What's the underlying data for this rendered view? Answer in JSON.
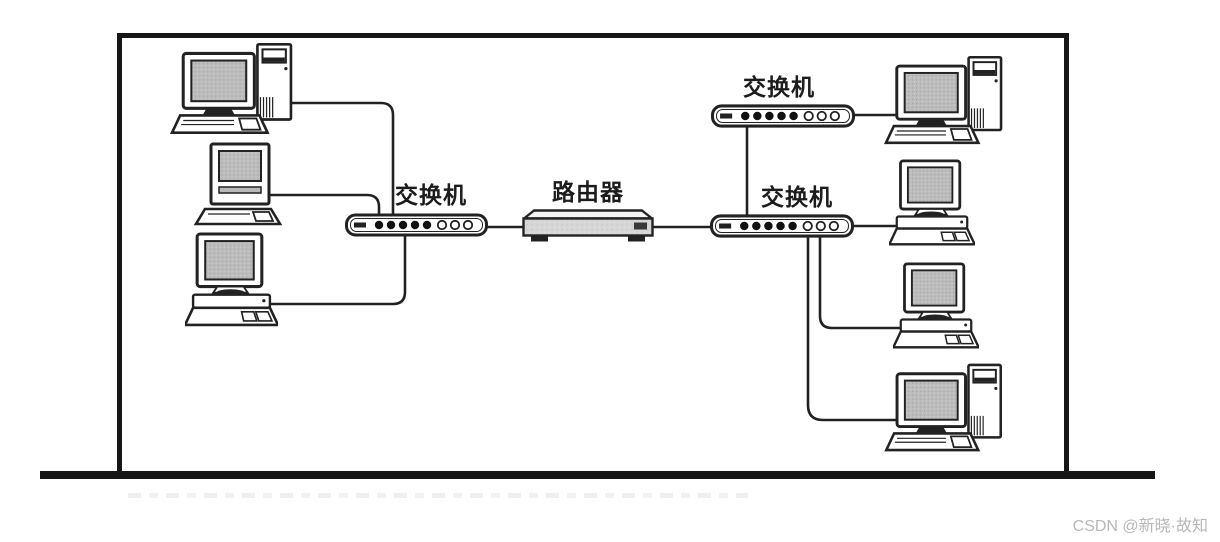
{
  "diagram": {
    "kind": "network-topology",
    "labels": {
      "switch_left": "交换机",
      "router": "路由器",
      "switch_top_right": "交换机",
      "switch_bottom_right": "交换机"
    },
    "nodes": [
      {
        "id": "pc-left-1",
        "kind": "workstation-tower"
      },
      {
        "id": "pc-left-2",
        "kind": "workstation-compact"
      },
      {
        "id": "pc-left-3",
        "kind": "workstation-desktop"
      },
      {
        "id": "switch-left",
        "kind": "switch",
        "label": "交换机"
      },
      {
        "id": "router",
        "kind": "router",
        "label": "路由器"
      },
      {
        "id": "switch-top-right",
        "kind": "switch",
        "label": "交换机"
      },
      {
        "id": "switch-bottom-right",
        "kind": "switch",
        "label": "交换机"
      },
      {
        "id": "pc-right-1",
        "kind": "workstation-tower"
      },
      {
        "id": "pc-right-2",
        "kind": "workstation-desktop"
      },
      {
        "id": "pc-right-3",
        "kind": "workstation-desktop"
      },
      {
        "id": "pc-right-4",
        "kind": "workstation-tower"
      }
    ],
    "edges": [
      [
        "pc-left-1",
        "switch-left"
      ],
      [
        "pc-left-2",
        "switch-left"
      ],
      [
        "pc-left-3",
        "switch-left"
      ],
      [
        "switch-left",
        "router"
      ],
      [
        "router",
        "switch-bottom-right"
      ],
      [
        "switch-top-right",
        "switch-bottom-right"
      ],
      [
        "switch-top-right",
        "pc-right-1"
      ],
      [
        "switch-bottom-right",
        "pc-right-2"
      ],
      [
        "switch-bottom-right",
        "pc-right-3"
      ],
      [
        "switch-bottom-right",
        "pc-right-4"
      ]
    ]
  },
  "watermark": {
    "text": "CSDN @新晓·故知",
    "color": "#b7b7ba"
  },
  "colors": {
    "ink": "#1f1f1f",
    "frame": "#161616",
    "screen_fill": "#bcbcbc",
    "router_face": "#d6d6d6",
    "background": "#ffffff"
  }
}
